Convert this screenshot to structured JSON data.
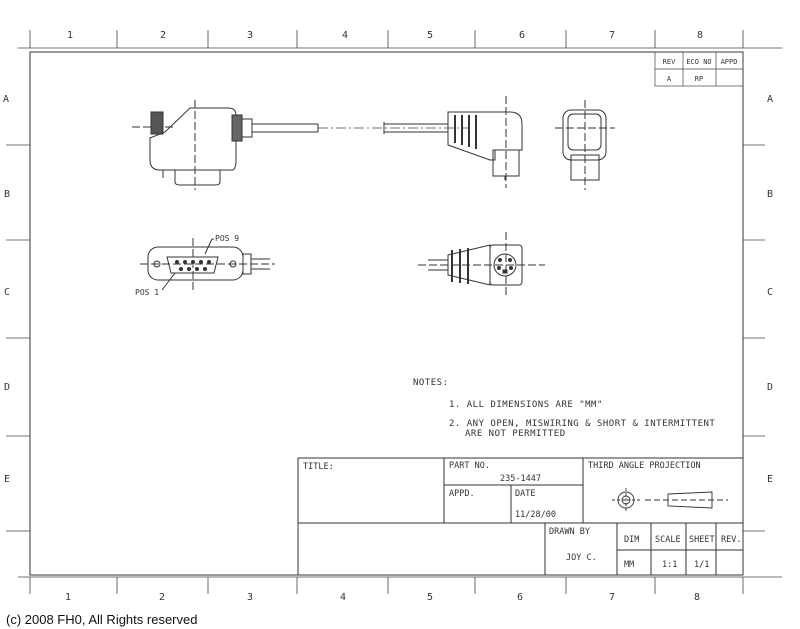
{
  "grid": {
    "columns_top": [
      "1",
      "2",
      "3",
      "4",
      "5",
      "6",
      "7",
      "8"
    ],
    "columns_bottom": [
      "1",
      "2",
      "3",
      "4",
      "5",
      "6",
      "7",
      "8"
    ],
    "rows_left": [
      "A",
      "B",
      "C",
      "D",
      "E"
    ],
    "rows_right": [
      "A",
      "B",
      "C",
      "D",
      "E"
    ]
  },
  "revision_block": {
    "headers": [
      "REV",
      "ECO NO",
      "APPD"
    ],
    "row": [
      "A",
      "RP",
      ""
    ]
  },
  "callouts": {
    "pos9": "POS 9",
    "pos1": "POS 1"
  },
  "notes": {
    "title": "NOTES:",
    "item1": "1. ALL DIMENSIONS ARE \"MM\"",
    "item2_line1": "2. ANY OPEN, MISWIRING & SHORT & INTERMITTENT",
    "item2_line2": "ARE NOT PERMITTED"
  },
  "title_block": {
    "title_label": "TITLE:",
    "part_no_label": "PART NO.",
    "part_no_value": "235-1447",
    "appd_label": "APPD.",
    "date_label": "DATE",
    "date_value": "11/28/00",
    "projection_label": "THIRD ANGLE PROJECTION",
    "drawn_by_label": "DRAWN BY",
    "drawn_by_value": "JOY C.",
    "dim_label": "DIM",
    "dim_value": "MM",
    "scale_label": "SCALE",
    "scale_value": "1:1",
    "sheet_label": "SHEET",
    "sheet_value": "1/1",
    "rev_label": "REV."
  },
  "copyright": "(c) 2008 FH0, All Rights reserved"
}
